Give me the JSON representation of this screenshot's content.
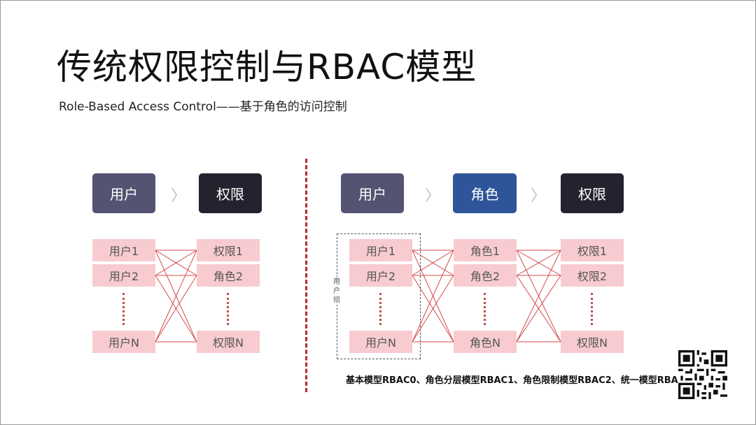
{
  "title": "传统权限控制与RBAC模型",
  "subtitle": "Role-Based Access Control——基于角色的访问控制",
  "left": {
    "headers": {
      "user": "用户",
      "perm": "权限"
    },
    "users": [
      "用户1",
      "用户2",
      "用户N"
    ],
    "perms": [
      "权限1",
      "角色2",
      "权限N"
    ]
  },
  "right": {
    "headers": {
      "user": "用户",
      "role": "角色",
      "perm": "权限"
    },
    "users": [
      "用户1",
      "用户2",
      "用户N"
    ],
    "roles": [
      "角色1",
      "角色2",
      "角色N"
    ],
    "perms": [
      "权限1",
      "权限2",
      "权限N"
    ],
    "group_label": "用户组"
  },
  "arrow_glyph": "〉",
  "footer": "基本模型RBAC0、角色分层模型RBAC1、角色限制模型RBAC2、统一模型RBAC3",
  "colors": {
    "user_header": "#545372",
    "perm_header": "#23232f",
    "role_header": "#2e5599",
    "cell_bg": "#f7cbcf",
    "line": "#d44b4b",
    "divider": "#b42a2a"
  }
}
